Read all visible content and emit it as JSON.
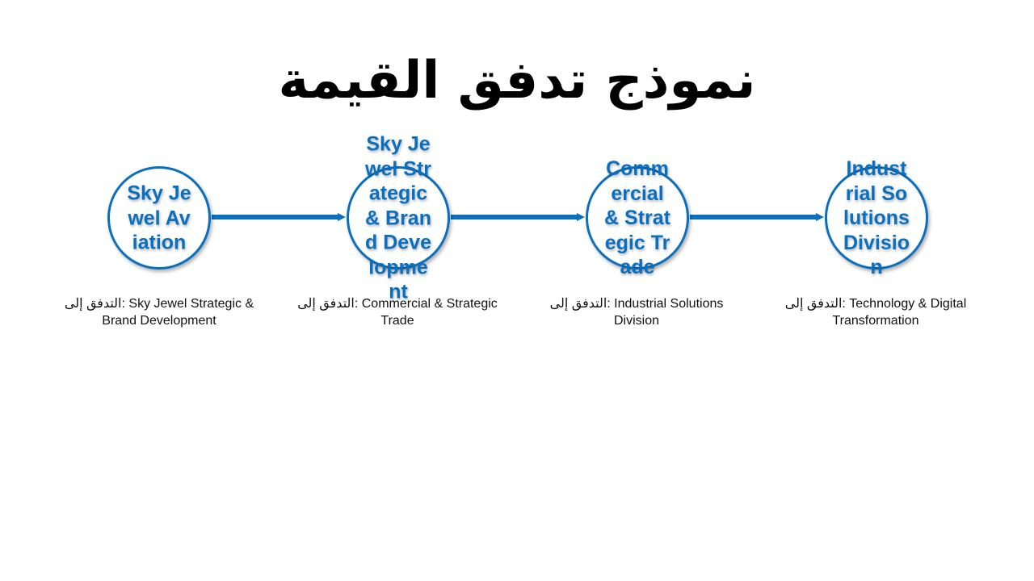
{
  "title": "نموذج تدفق القيمة",
  "accent_color": "#0A6FBF",
  "nodes": [
    {
      "name": "Sky Jewel Aviation",
      "flow_label": "التدفق إلى: Sky Jewel Strategic & Brand Development"
    },
    {
      "name": "Sky Jewel Strategic & Brand Development",
      "flow_label": "التدفق إلى: Commercial & Strategic Trade"
    },
    {
      "name": "Commercial & Strategic Trade",
      "flow_label": "التدفق إلى: Industrial Solutions Division"
    },
    {
      "name": "Industrial Solutions Division",
      "flow_label": "التدفق إلى: Technology & Digital Transformation"
    }
  ]
}
